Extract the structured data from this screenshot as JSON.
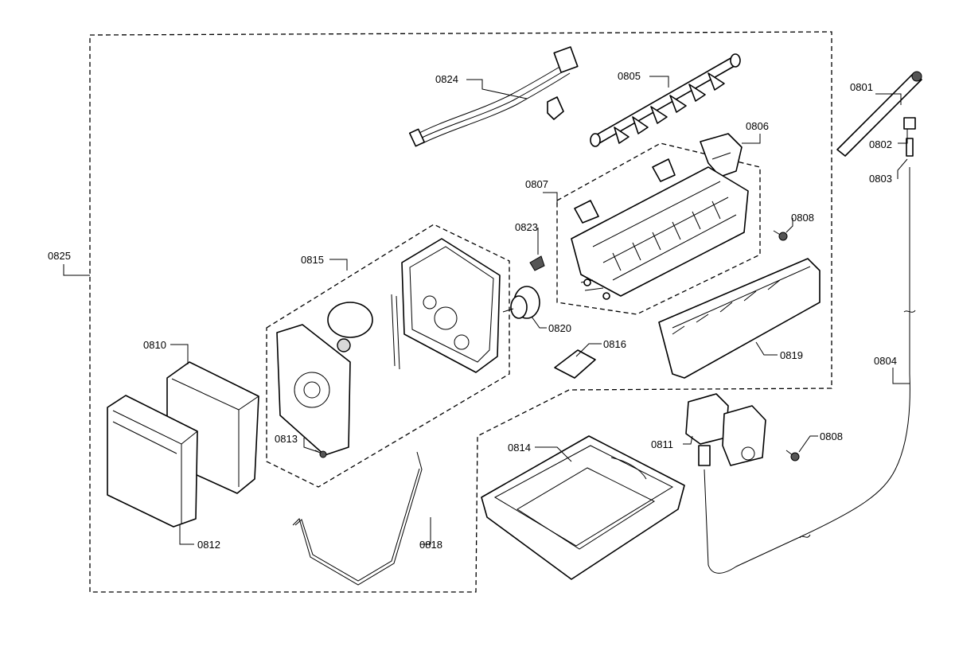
{
  "labels": {
    "p0801": "0801",
    "p0802": "0802",
    "p0803": "0803",
    "p0804": "0804",
    "p0805": "0805",
    "p0806": "0806",
    "p0807": "0807",
    "p0808a": "0808",
    "p0808b": "0808",
    "p0810": "0810",
    "p0811": "0811",
    "p0812": "0812",
    "p0813": "0813",
    "p0814": "0814",
    "p0815": "0815",
    "p0816": "0816",
    "p0818": "0818",
    "p0819": "0819",
    "p0820": "0820",
    "p0823": "0823",
    "p0824": "0824",
    "p0825": "0825"
  }
}
